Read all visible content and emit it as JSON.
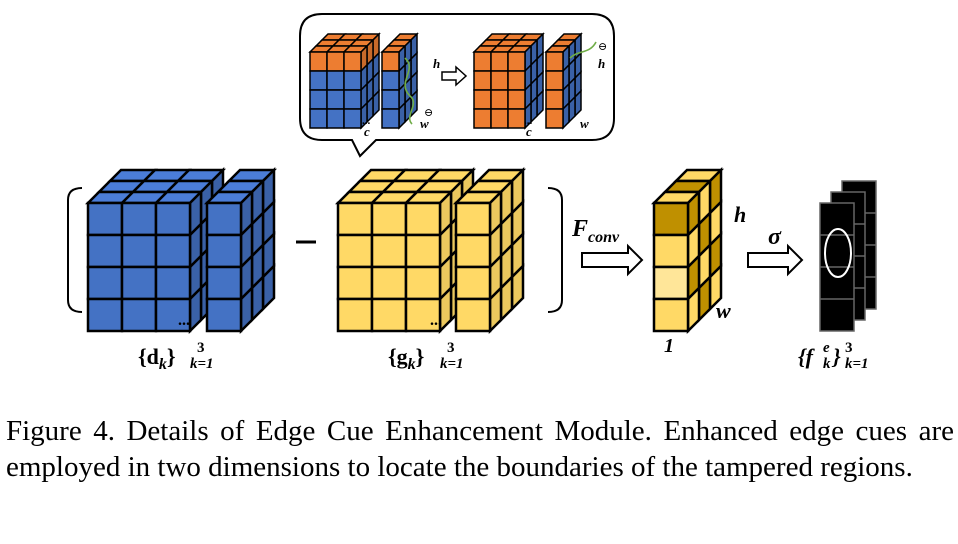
{
  "colors": {
    "blue": "#4472c4",
    "yellow": "#ffd966",
    "orange": "#ed7d31",
    "dark_gold": "#bf9000",
    "light_yellow": "#ffe699",
    "black": "#000000",
    "edge_green": "#70ad47"
  },
  "labels": {
    "d_set": "{d_k}^3_{k=1}",
    "g_set": "{g_k}^3_{k=1}",
    "f_set": "{f^e_k}^3_{k=1}",
    "minus": "−",
    "fconv_main": "F",
    "fconv_sub": "conv",
    "sigma": "σ",
    "h": "h",
    "w": "w",
    "one": "1",
    "c": "c",
    "ellipsis": "...",
    "minus_circle": "⊖"
  },
  "caption": "Figure 4.  Details of Edge Cue Enhancement Module. Enhanced edge cues are employed in two dimensions to locate the boundaries of the tampered regions."
}
